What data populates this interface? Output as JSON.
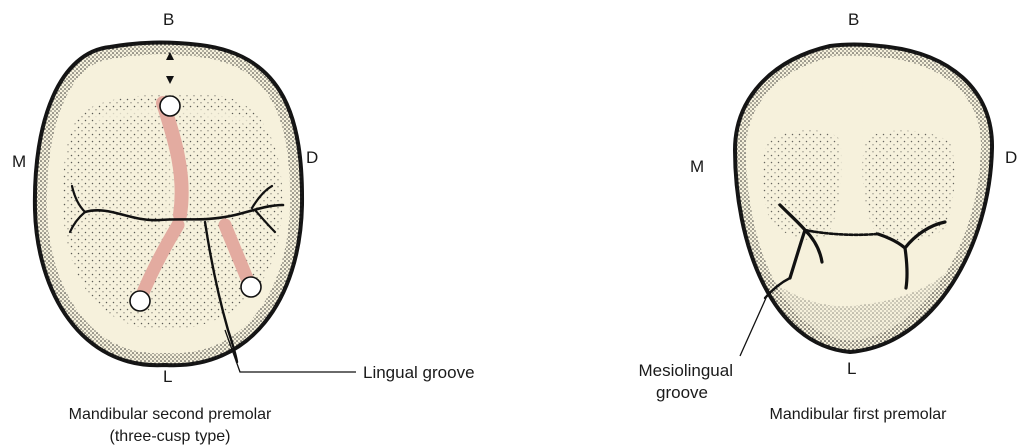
{
  "colors": {
    "crown_fill": "#f6f1dc",
    "outline": "#141414",
    "ridge": "#e3aba0",
    "groove": "#111111"
  },
  "left_tooth": {
    "label_b": "B",
    "label_m": "M",
    "label_d": "D",
    "label_l": "L",
    "callout": "Lingual groove",
    "caption_line1": "Mandibular second premolar",
    "caption_line2": "(three-cusp type)"
  },
  "right_tooth": {
    "label_b": "B",
    "label_m": "M",
    "label_d": "D",
    "label_l": "L",
    "callout_line1": "Mesiolingual",
    "callout_line2": "groove",
    "caption": "Mandibular first premolar"
  }
}
